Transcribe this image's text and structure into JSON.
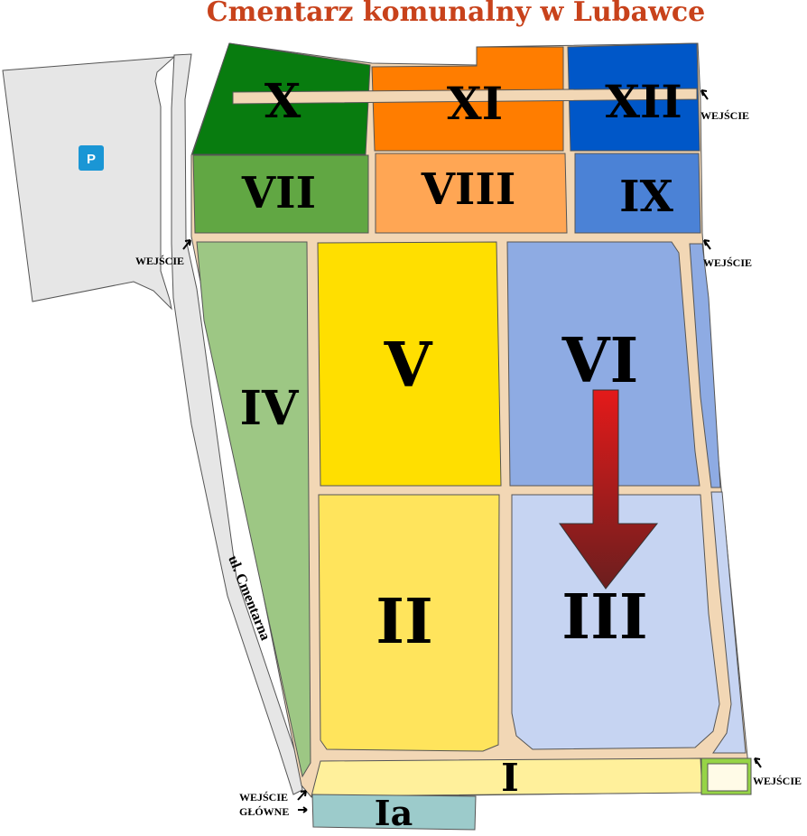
{
  "title": "Cmentarz komunalny w Lubawce",
  "colors": {
    "title": "#c8421b",
    "path": "#f2d7b5",
    "parking": "#e6e6e6",
    "parking_icon": "#1a96d5",
    "road": "#e6e6e6",
    "arrow_top": "#e41a1a",
    "arrow_bottom": "#6b1e1e"
  },
  "parking": {
    "label": "P",
    "icon": "parking-icon"
  },
  "street": {
    "label": "ul. Cmentarna"
  },
  "entrances": {
    "top_right": "WEJŚCIE",
    "right_middle": "WEJŚCIE",
    "left": "WEJŚCIE",
    "bottom_right": "WEJŚCIE",
    "main_line1": "WEJŚCIE",
    "main_line2": "GŁÓWNE"
  },
  "sections": [
    {
      "id": "X",
      "label": "X",
      "color": "#087c0f"
    },
    {
      "id": "XI",
      "label": "XI",
      "color": "#ff7d00"
    },
    {
      "id": "XII",
      "label": "XII",
      "color": "#0057c8"
    },
    {
      "id": "VII",
      "label": "VII",
      "color": "#61a743"
    },
    {
      "id": "VIII",
      "label": "VIII",
      "color": "#ffa654"
    },
    {
      "id": "IX",
      "label": "IX",
      "color": "#4b82d6"
    },
    {
      "id": "IV",
      "label": "IV",
      "color": "#9dc784"
    },
    {
      "id": "V",
      "label": "V",
      "color": "#ffdf00"
    },
    {
      "id": "VI",
      "label": "VI",
      "color": "#8eabe3"
    },
    {
      "id": "II",
      "label": "II",
      "color": "#ffe45c"
    },
    {
      "id": "III",
      "label": "III",
      "color": "#c6d4f2"
    },
    {
      "id": "I",
      "label": "I",
      "color": "#fff09b"
    },
    {
      "id": "Ia",
      "label": "Ia",
      "color": "#9ccbcb"
    }
  ]
}
